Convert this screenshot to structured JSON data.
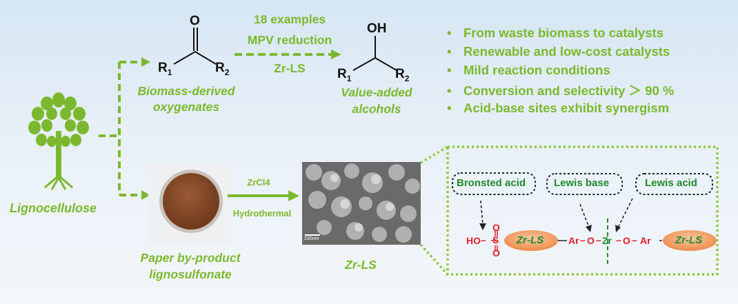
{
  "source": {
    "label": "Lignocellulose"
  },
  "reaction": {
    "reactant_label_1": "Biomass-derived",
    "reactant_label_2": "oxygenates",
    "conditions_top_1": "18 examples",
    "conditions_top_2": "MPV reduction",
    "catalyst": "Zr-LS",
    "product_label_1": "Value-added",
    "product_label_2": "alcohols",
    "ketone": {
      "o": "O",
      "r1": "R",
      "r2": "R",
      "sub1": "1",
      "sub2": "2"
    },
    "alcohol": {
      "oh": "OH",
      "r1": "R",
      "r2": "R",
      "sub1": "1",
      "sub2": "2"
    }
  },
  "highlights": [
    "From waste biomass to catalysts",
    "Renewable and low-cost catalysts",
    "Mild reaction conditions",
    "Conversion and selectivity ＞ 90 %",
    "Acid-base sites exhibit synergism"
  ],
  "synthesis": {
    "reagent": "ZrCl4",
    "condition": "Hydrothermal",
    "precursor_1": "Paper by-product",
    "precursor_2": "lignosulfonate",
    "product": "Zr-LS",
    "scale_bar": "200nm"
  },
  "sites": {
    "bronsted": "Bronsted acid",
    "lewis_base": "Lewis base",
    "lewis_acid": "Lewis acid",
    "chain": {
      "ho": "HO",
      "s": "S",
      "o": "O",
      "zrls": "Zr-LS",
      "ar": "Ar",
      "zr": "Zr"
    }
  },
  "colors": {
    "green": "#7cb82f",
    "dark_green": "#1f8a2c",
    "red": "#e0202a",
    "orange": "#f0a060"
  }
}
